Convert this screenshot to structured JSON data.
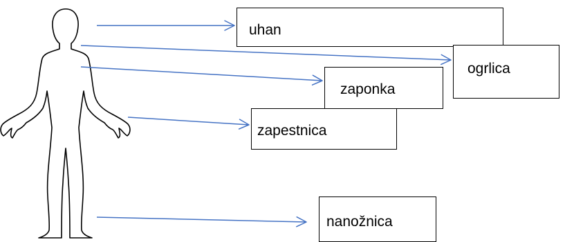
{
  "labels": {
    "uhan": "uhan",
    "ogrlica": "ogrlica",
    "zaponka": "zaponka",
    "zapestnica": "zapestnica",
    "nanoznica": "nanožnica"
  },
  "colors": {
    "arrow": "#4472c4",
    "outline": "#000000",
    "background": "#ffffff"
  }
}
